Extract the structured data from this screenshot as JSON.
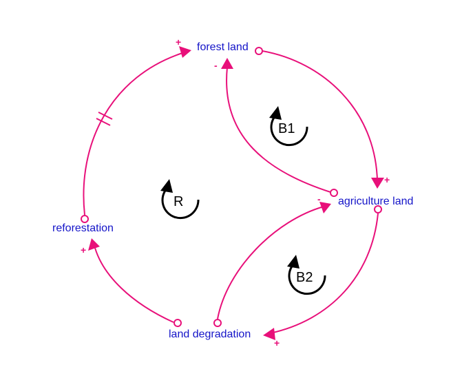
{
  "diagram": {
    "type": "causal-loop-diagram",
    "colors": {
      "node_text": "#1414c8",
      "link": "#e8107a",
      "loop": "#000000"
    },
    "nodes": {
      "forest_land": "forest land",
      "agriculture_land": "agriculture land",
      "land_degradation": "land degradation",
      "reforestation": "reforestation"
    },
    "links": [
      {
        "from": "forest land",
        "to": "agriculture land",
        "polarity": "+",
        "delay": false
      },
      {
        "from": "agriculture land",
        "to": "forest land",
        "polarity": "-",
        "delay": false
      },
      {
        "from": "agriculture land",
        "to": "land degradation",
        "polarity": "+",
        "delay": false
      },
      {
        "from": "land degradation",
        "to": "agriculture land",
        "polarity": "-",
        "delay": false
      },
      {
        "from": "land degradation",
        "to": "reforestation",
        "polarity": "+",
        "delay": false
      },
      {
        "from": "reforestation",
        "to": "forest land",
        "polarity": "+",
        "delay": true
      }
    ],
    "loops": {
      "r": "R",
      "b1": "B1",
      "b2": "B2"
    }
  }
}
